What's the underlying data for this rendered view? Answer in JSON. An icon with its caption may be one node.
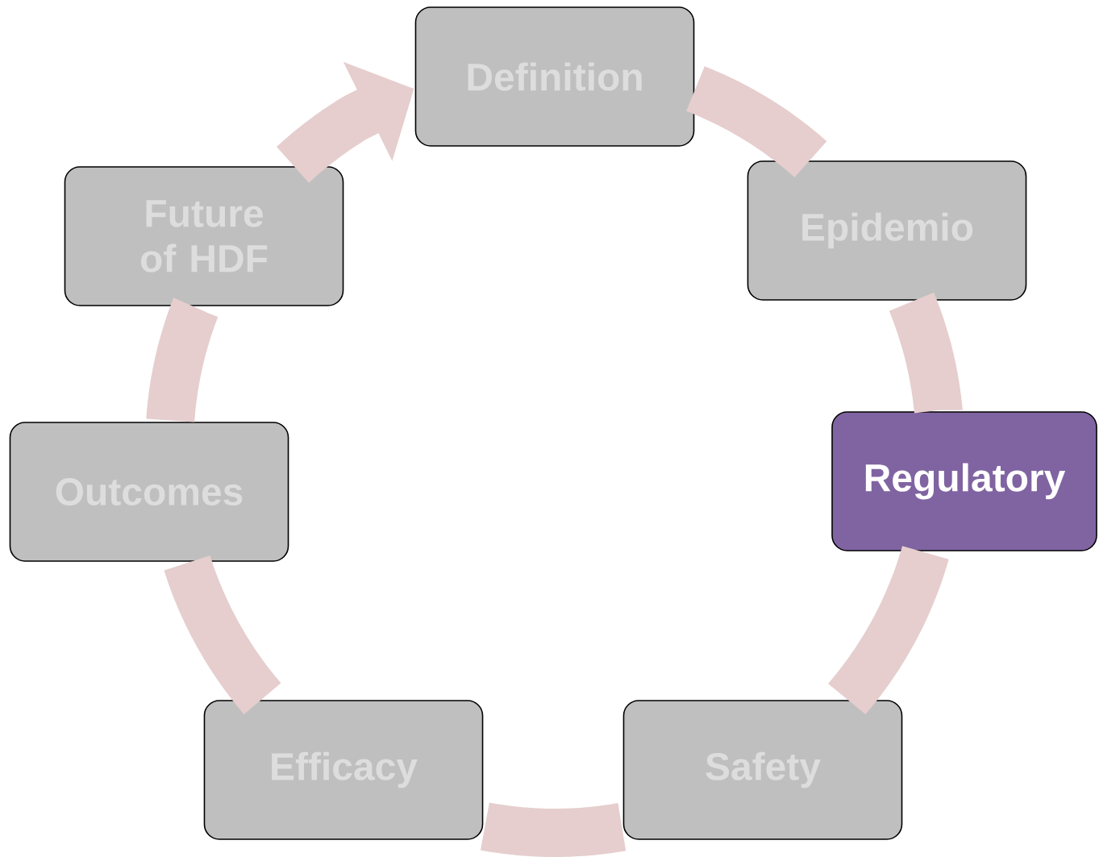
{
  "diagram": {
    "nodes": [
      {
        "text": [
          "Definition"
        ]
      },
      {
        "text": [
          "Epidemio"
        ]
      },
      {
        "text": [
          "Regulatory"
        ]
      },
      {
        "text": [
          "Safety"
        ]
      },
      {
        "text": [
          "Efficacy"
        ]
      },
      {
        "text": [
          "Outcomes"
        ]
      },
      {
        "text": [
          "Future of HDF"
        ]
      }
    ],
    "edges": [
      {
        "from": 0,
        "to": 1,
        "arrow": "none"
      },
      {
        "from": 1,
        "to": 2,
        "arrow": "none"
      },
      {
        "from": 2,
        "to": 3,
        "arrow": "none"
      },
      {
        "from": 3,
        "to": 4,
        "arrow": "none"
      },
      {
        "from": 4,
        "to": 5,
        "arrow": "none"
      },
      {
        "from": 5,
        "to": 6,
        "arrow": "none"
      },
      {
        "from": 6,
        "to": 0,
        "arrow": "to"
      }
    ]
  }
}
